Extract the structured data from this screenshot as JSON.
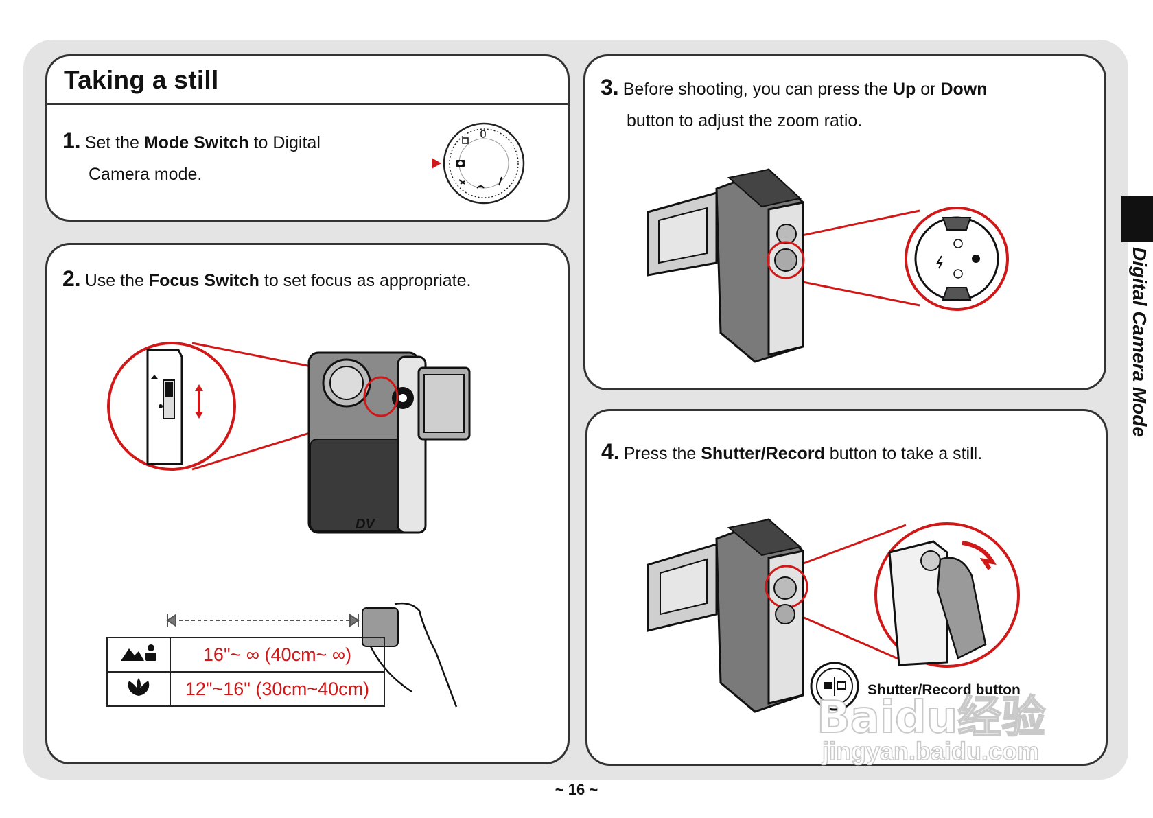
{
  "page": {
    "section_title": "Taking a still",
    "side_tab": "Digital Camera Mode",
    "page_number": "~ 16 ~"
  },
  "steps": [
    {
      "num": "1.",
      "pre": "Set the ",
      "bold": "Mode Switch",
      "post": " to Digital",
      "line2": "Camera mode."
    },
    {
      "num": "2.",
      "pre": "Use the ",
      "bold": "Focus Switch",
      "post": " to set focus as appropriate."
    },
    {
      "num": "3.",
      "pre": "Before shooting, you can press the ",
      "bold": "Up",
      "mid": " or ",
      "bold2": "Down",
      "line2": "button to adjust the zoom ratio."
    },
    {
      "num": "4.",
      "pre": "Press the ",
      "bold": "Shutter/Record",
      "post": " button to take a still."
    }
  ],
  "focus_table": [
    {
      "icon": "landscape-person-icon",
      "range": "16\"~ ∞ (40cm~ ∞)"
    },
    {
      "icon": "macro-flower-icon",
      "range": "12\"~16\" (30cm~40cm)"
    }
  ],
  "callout": {
    "shutter_label": "Shutter/Record button"
  },
  "watermark": {
    "brand": "Baidu经验",
    "url": "jingyan.baidu.com"
  },
  "colors": {
    "accent_red": "#d01818",
    "panel_border": "#333333",
    "page_bg": "#e4e4e4",
    "tab": "#111111"
  }
}
